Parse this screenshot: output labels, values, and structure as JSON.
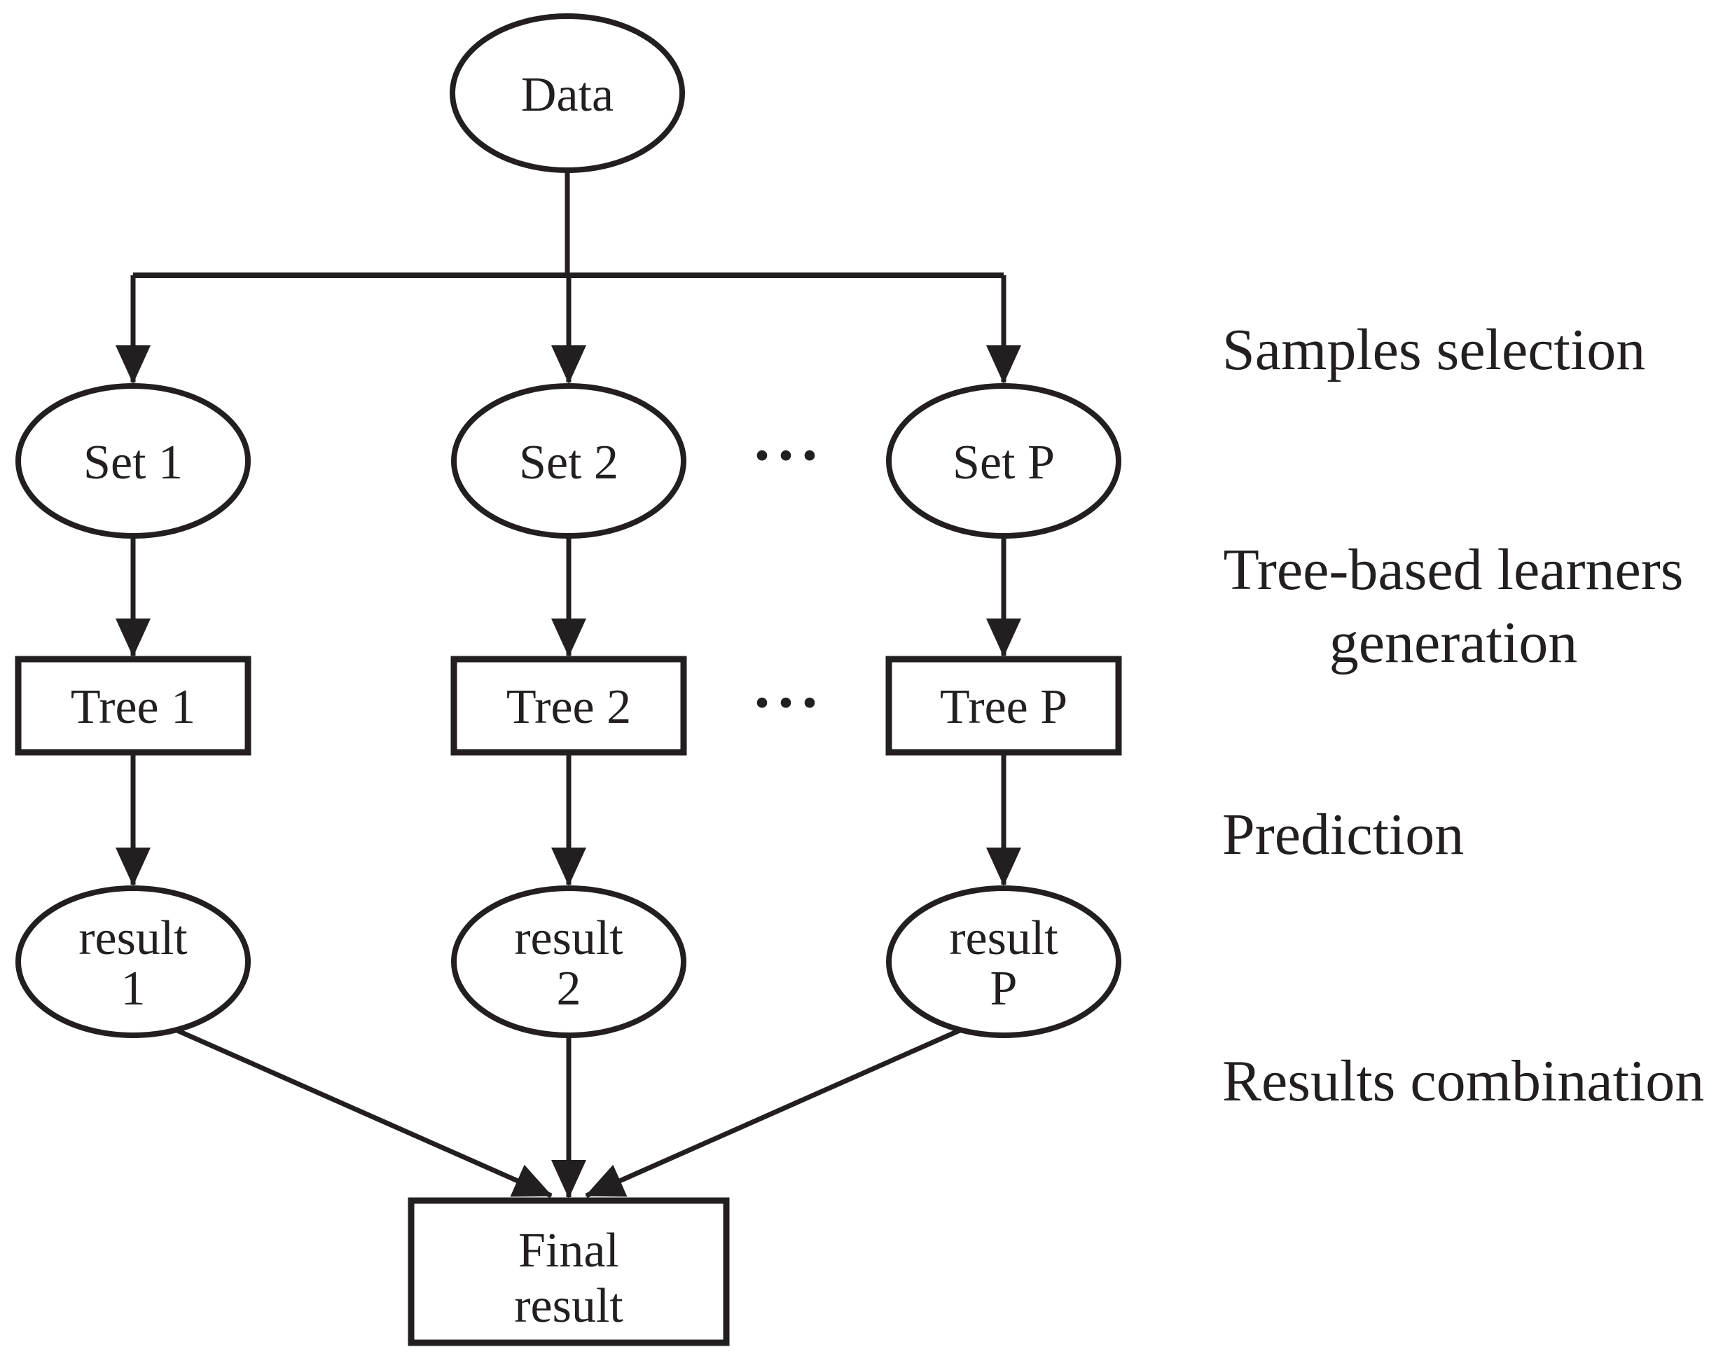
{
  "figure": {
    "type": "flowchart",
    "ink_color": "#231f20",
    "background_color": "#ffffff"
  },
  "nodes": {
    "data": {
      "label": "Data",
      "shape": "ellipse"
    },
    "sets": [
      {
        "label": "Set 1",
        "shape": "ellipse"
      },
      {
        "label": "Set 2",
        "shape": "ellipse"
      },
      {
        "label": "Set P",
        "shape": "ellipse"
      }
    ],
    "set_row_dots": "···",
    "trees": [
      {
        "label": "Tree 1",
        "shape": "rect"
      },
      {
        "label": "Tree 2",
        "shape": "rect"
      },
      {
        "label": "Tree P",
        "shape": "rect"
      }
    ],
    "tree_row_dots": "···",
    "results": [
      {
        "line1": "result",
        "line2": "1",
        "shape": "ellipse"
      },
      {
        "line1": "result",
        "line2": "2",
        "shape": "ellipse"
      },
      {
        "line1": "result",
        "line2": "P",
        "shape": "ellipse"
      }
    ],
    "final": {
      "line1": "Final",
      "line2": "result",
      "shape": "rect"
    }
  },
  "edges": [
    {
      "from": "Data",
      "to": "Set 1"
    },
    {
      "from": "Data",
      "to": "Set 2"
    },
    {
      "from": "Data",
      "to": "Set P"
    },
    {
      "from": "Set 1",
      "to": "Tree 1"
    },
    {
      "from": "Set 2",
      "to": "Tree 2"
    },
    {
      "from": "Set P",
      "to": "Tree P"
    },
    {
      "from": "Tree 1",
      "to": "result 1"
    },
    {
      "from": "Tree 2",
      "to": "result 2"
    },
    {
      "from": "Tree P",
      "to": "result P"
    },
    {
      "from": "result 1",
      "to": "Final result"
    },
    {
      "from": "result 2",
      "to": "Final result"
    },
    {
      "from": "result P",
      "to": "Final result"
    }
  ],
  "stage_labels": {
    "samples_selection": "Samples selection",
    "tree_generation_line1": "Tree-based learners",
    "tree_generation_line2": "generation",
    "prediction": "Prediction",
    "results_combination": "Results combination"
  }
}
